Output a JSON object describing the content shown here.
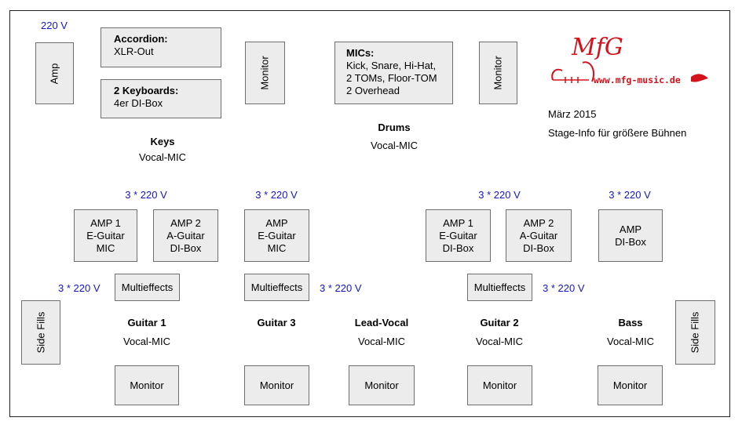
{
  "keys": {
    "voltage": "220 V",
    "amp": "Amp",
    "accordion_title": "Accordion:",
    "accordion_detail": "XLR-Out",
    "keyboards_title": "2 Keyboards:",
    "keyboards_detail": "4er DI-Box",
    "monitor": "Monitor",
    "name": "Keys",
    "mic": "Vocal-MIC"
  },
  "drums": {
    "mics_title": "MICs:",
    "mics_lines": [
      "Kick, Snare, Hi-Hat,",
      "2 TOMs, Floor-TOM",
      "2 Overhead"
    ],
    "monitor": "Monitor",
    "name": "Drums",
    "mic": "Vocal-MIC"
  },
  "info": {
    "logo_text": "MfG",
    "url": "www.mfg-music.de",
    "date": "März 2015",
    "description": "Stage-Info für größere Bühnen"
  },
  "guitar1": {
    "voltage_top": "3 * 220 V",
    "amp1": [
      "AMP 1",
      "E-Guitar",
      "MIC"
    ],
    "amp2": [
      "AMP 2",
      "A-Guitar",
      "DI-Box"
    ],
    "multieffects": "Multieffects",
    "voltage_side": "3 * 220 V",
    "name": "Guitar 1",
    "mic": "Vocal-MIC",
    "monitor": "Monitor"
  },
  "guitar3": {
    "voltage_top": "3 * 220 V",
    "amp": [
      "AMP",
      "E-Guitar",
      "MIC"
    ],
    "multieffects": "Multieffects",
    "voltage_side": "3 * 220 V",
    "name": "Guitar 3",
    "monitor": "Monitor"
  },
  "lead_vocal": {
    "name": "Lead-Vocal",
    "mic": "Vocal-MIC",
    "monitor": "Monitor"
  },
  "guitar2": {
    "voltage_top": "3 * 220 V",
    "amp1": [
      "AMP 1",
      "E-Guitar",
      "DI-Box"
    ],
    "amp2": [
      "AMP 2",
      "A-Guitar",
      "DI-Box"
    ],
    "multieffects": "Multieffects",
    "voltage_side": "3 * 220 V",
    "name": "Guitar 2",
    "mic": "Vocal-MIC",
    "monitor": "Monitor"
  },
  "bass": {
    "voltage_top": "3 * 220 V",
    "amp": [
      "AMP",
      "DI-Box"
    ],
    "name": "Bass",
    "mic": "Vocal-MIC",
    "monitor": "Monitor"
  },
  "side_fills": {
    "left": "Side Fills",
    "right": "Side Fills"
  },
  "colors": {
    "voltage": "#1515c8",
    "logo": "#d4121b",
    "box_fill": "#ececec"
  }
}
